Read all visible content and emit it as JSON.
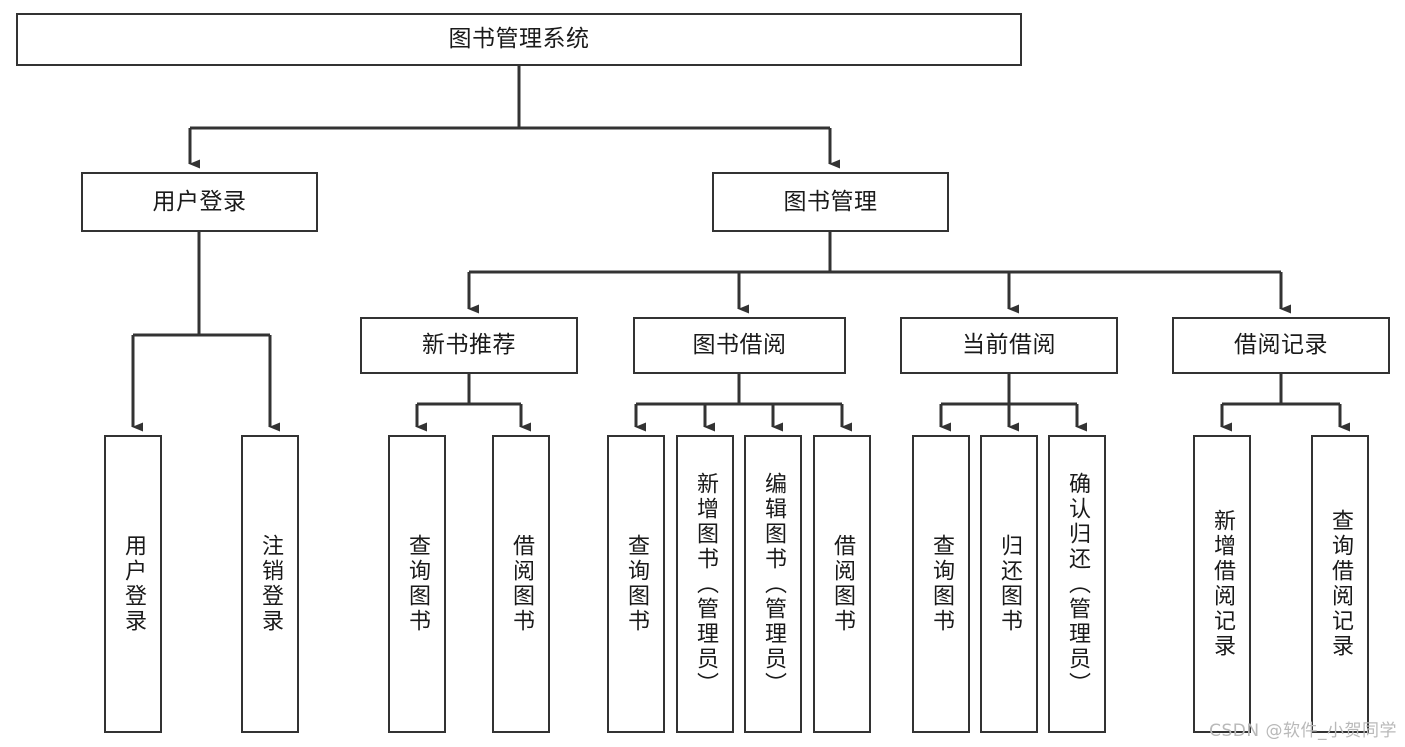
{
  "diagram": {
    "title": "图书管理系统",
    "type": "tree-hierarchy-diagram",
    "watermark": "CSDN @软件_小贺同学",
    "colors": {
      "box_border": "#333333",
      "box_fill": "#ffffff",
      "edge": "#333333",
      "text": "#1a1a1a",
      "watermark": "#b9b9b9",
      "background": "#ffffff"
    },
    "nodes": {
      "root": {
        "label": "图书管理系统"
      },
      "level2": [
        {
          "id": "user-login",
          "label": "用户登录"
        },
        {
          "id": "book-management",
          "label": "图书管理"
        }
      ],
      "level3": [
        {
          "id": "new-book-recommend",
          "label": "新书推荐"
        },
        {
          "id": "book-borrow",
          "label": "图书借阅"
        },
        {
          "id": "current-borrow",
          "label": "当前借阅"
        },
        {
          "id": "borrow-record",
          "label": "借阅记录"
        }
      ],
      "leaves": {
        "user_login": [
          {
            "id": "leaf-user-login",
            "label": "用户登录"
          },
          {
            "id": "leaf-user-logout",
            "label": "注销登录"
          }
        ],
        "new_book_recommend": [
          {
            "id": "leaf-query-book-1",
            "label": "查询图书"
          },
          {
            "id": "leaf-borrow-book-1",
            "label": "借阅图书"
          }
        ],
        "book_borrow": [
          {
            "id": "leaf-query-book-2",
            "label": "查询图书"
          },
          {
            "id": "leaf-add-book",
            "label": "新增图书（管理员）"
          },
          {
            "id": "leaf-edit-book",
            "label": "编辑图书（管理员）"
          },
          {
            "id": "leaf-borrow-book-2",
            "label": "借阅图书"
          }
        ],
        "current_borrow": [
          {
            "id": "leaf-query-book-3",
            "label": "查询图书"
          },
          {
            "id": "leaf-return-book",
            "label": "归还图书"
          },
          {
            "id": "leaf-confirm-return",
            "label": "确认归还（管理员）"
          }
        ],
        "borrow_record": [
          {
            "id": "leaf-add-record",
            "label": "新增借阅记录"
          },
          {
            "id": "leaf-query-record",
            "label": "查询借阅记录"
          }
        ]
      }
    }
  }
}
